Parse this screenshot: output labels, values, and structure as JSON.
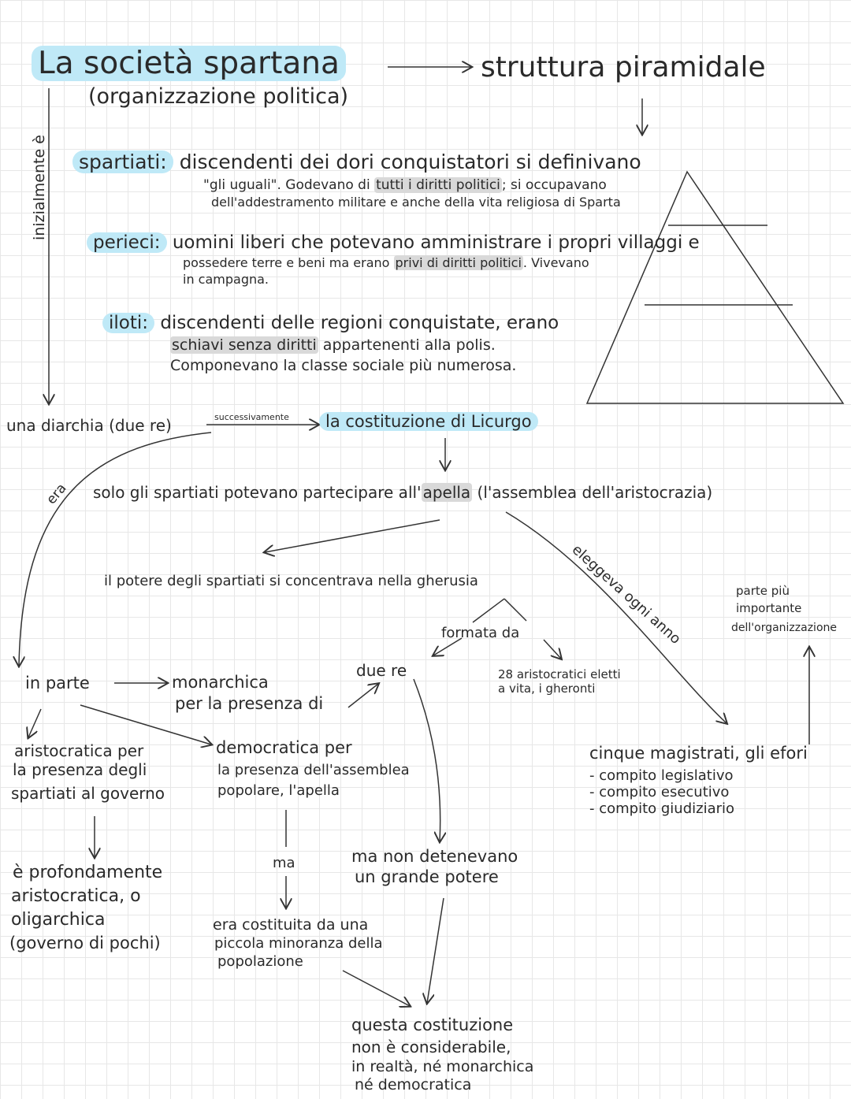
{
  "title": "La società spartana",
  "subtitle": "(organizzazione politica)",
  "struttura": "struttura piramidale",
  "side_label": "inizialmente è",
  "classes": {
    "spartiati": {
      "name": "spartiati:",
      "l1": "discendenti dei dori conquistatori si definivano",
      "l2a": "\"gli uguali\". Godevano di",
      "l2b": "tutti i diritti politici",
      "l2c": "; si occupavano",
      "l3": "dell'addestramento militare e anche della vita religiosa di Sparta"
    },
    "perieci": {
      "name": "perieci:",
      "l1": "uomini liberi che potevano amministrare i propri villaggi e",
      "l2a": "possedere terre e beni ma erano",
      "l2b": "privi di diritti politici",
      "l2c": ". Vivevano",
      "l3": "in campagna."
    },
    "iloti": {
      "name": "iloti:",
      "l1": "discendenti delle regioni conquistate, erano",
      "l2a": "schiavi senza diritti",
      "l2b": " appartenenti alla polis.",
      "l3": "Componevano la classe sociale più numerosa."
    }
  },
  "diarchia": "una diarchia (due re)",
  "successivamente": "successivamente",
  "costituzione": "la costituzione di Licurgo",
  "apella_a": "solo gli spartiati potevano partecipare all'",
  "apella_b": "apella",
  "apella_c": " (l'assemblea dell'aristocrazia)",
  "era": "era",
  "eleggeva": "eleggeva ogni anno",
  "gherusia": "il potere degli spartiati si concentrava nella gherusia",
  "formata_da": "formata da",
  "due_re": "due re",
  "gheronti": [
    "28 aristocratici eletti",
    "a vita, i gheronti"
  ],
  "parte_piu": [
    "parte più",
    "importante",
    "dell'organizzazione"
  ],
  "in_parte": "in parte",
  "monarchica": [
    "monarchica",
    "per la presenza di"
  ],
  "aristocratica": [
    "aristocratica per",
    "la presenza degli",
    "spartiati al governo"
  ],
  "democratica": [
    "democratica per",
    "la presenza dell'assemblea",
    "popolare, l'apella"
  ],
  "efori": {
    "title": "cinque magistrati, gli efori",
    "items": [
      "- compito legislativo",
      "- compito esecutivo",
      "- compito giudiziario"
    ]
  },
  "oligarchica": [
    "è profondamente",
    "aristocratica, o",
    "oligarchica",
    "(governo di pochi)"
  ],
  "ma": "ma",
  "minoranza": [
    "era costituita da una",
    "piccola minoranza della",
    "popolazione"
  ],
  "non_potere": [
    "ma non detenevano",
    "un grande potere"
  ],
  "conclusione": [
    "questa costituzione",
    "non è considerabile,",
    "in realtà, né monarchica",
    "né democratica"
  ]
}
